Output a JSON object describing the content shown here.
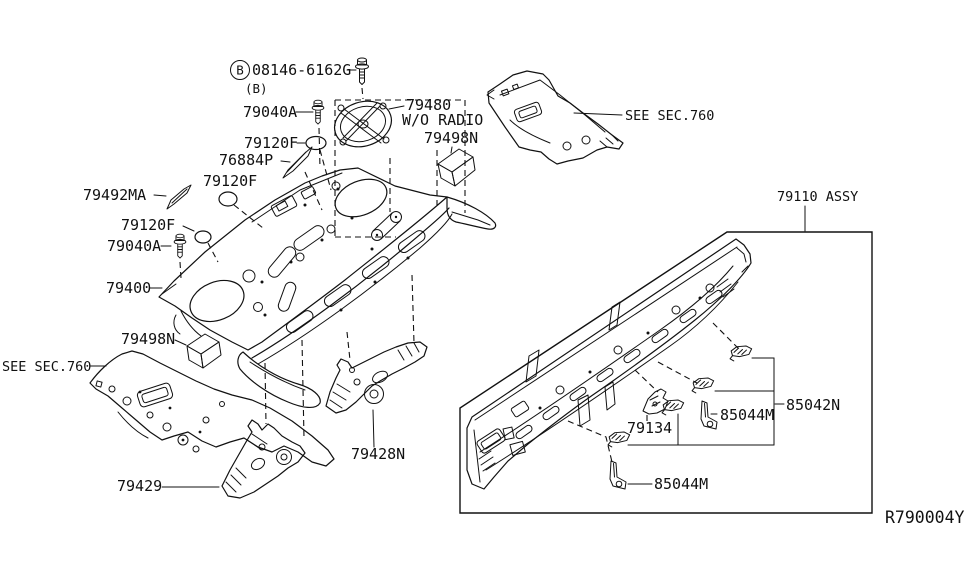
{
  "page": {
    "background": "#ffffff",
    "line_color": "#111111"
  },
  "diagram": {
    "ref_code": "R790004Y",
    "callouts": {
      "circled_b": "B",
      "bolt_part_number": "08146-6162G",
      "bolt_quantity": "(B)",
      "clip_79040a": "79040A",
      "speaker_cover_79480": "79480",
      "speaker_cover_note": "W/O RADIO",
      "insulator_79498n": "79498N",
      "grommet_79120f": "79120F",
      "bracket_76884p": "76884P",
      "reinforce_79492ma": "79492MA",
      "parcel_shelf_79400": "79400",
      "see_section_760": "SEE SEC.760",
      "brace_79429": "79429",
      "brace_79428n": "79428N",
      "rear_panel_assy_79110": "79110 ASSY",
      "clip_set_85042n": "85042N",
      "bracket_85044m": "85044M",
      "bracket_79134": "79134"
    }
  }
}
